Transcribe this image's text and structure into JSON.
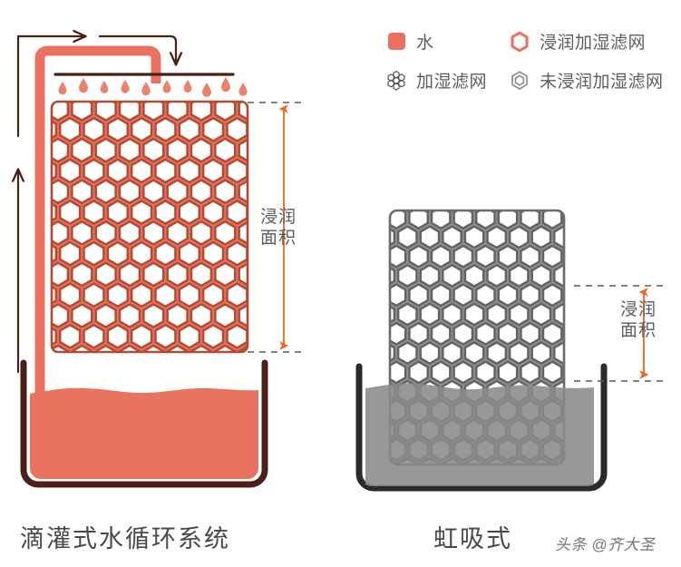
{
  "legend": {
    "rows": [
      [
        {
          "icon": "water-swatch-icon",
          "label": "水"
        },
        {
          "icon": "wet-hex-icon",
          "label": "浸润加湿滤网"
        }
      ],
      [
        {
          "icon": "honeycomb-cluster-icon",
          "label": "加湿滤网"
        },
        {
          "icon": "dry-hex-icon",
          "label": "未浸润加湿滤网"
        }
      ]
    ]
  },
  "diagrams": {
    "left": {
      "caption": "滴灌式水循环系统",
      "dimension_label_line1": "浸润",
      "dimension_label_line2": "面积",
      "droplet_count": 10,
      "flow_arrows": [
        "up-left-arrow",
        "right-top-arrow",
        "down-right-arrow"
      ]
    },
    "right": {
      "caption": "虹吸式",
      "dimension_label_line1": "浸润",
      "dimension_label_line2": "面积"
    }
  },
  "watermark": "头条 @齐大圣",
  "colors": {
    "water_coral": "#ea7260",
    "mesh_coral_fill": "#e8715e",
    "mesh_coral_stroke": "#b14b33",
    "tank_dark_brown": "#4a211a",
    "tank_dark_grey": "#2b2b2b",
    "mesh_grey_fill": "#7c7c7c",
    "mesh_grey_stroke": "#5e5e5e",
    "water_grey": "#8a8a8a",
    "dimension_orange": "#f0651f",
    "arrow_brown": "#4a211a",
    "text_grey": "#5d5d5d",
    "caption_dark": "#494a44",
    "dashed_grey": "#5a5a5a"
  }
}
